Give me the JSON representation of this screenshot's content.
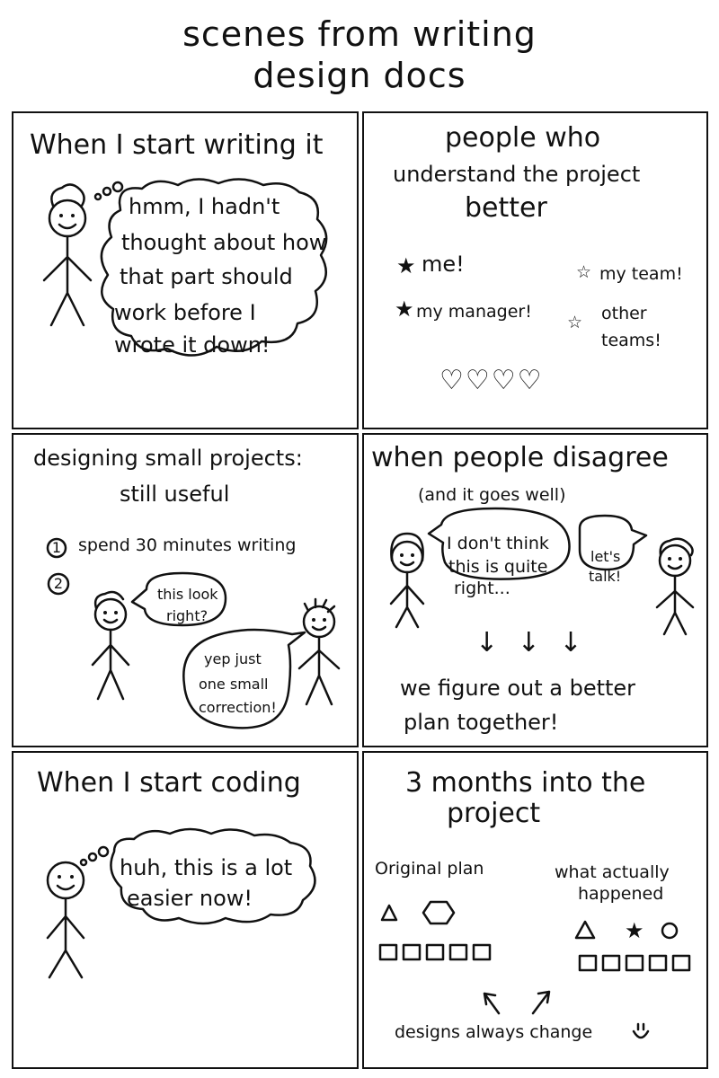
{
  "title": {
    "line1": "scenes from writing",
    "line2": "design docs"
  },
  "panels": {
    "p1": {
      "heading": "When I start writing it",
      "thought": [
        "hmm, I hadn't",
        "thought about how",
        "that part should",
        "work before I",
        "wrote it down!"
      ]
    },
    "p2": {
      "heading": [
        "people who",
        "understand the project",
        "better"
      ],
      "items": [
        "me!",
        "my team!",
        "my manager!",
        "other",
        "teams!"
      ],
      "hearts": "♡♡♡♡"
    },
    "p3": {
      "heading": [
        "designing small projects:",
        "still useful"
      ],
      "step1_num": "1",
      "step1": "spend 30 minutes writing",
      "step2_num": "2",
      "speech1": [
        "this look",
        "right?"
      ],
      "speech2": [
        "yep just",
        "one small",
        "correction!"
      ]
    },
    "p4": {
      "heading": "when people disagree",
      "sub": "(and it goes well)",
      "speech1": [
        "I don't think",
        "this is quite",
        "right..."
      ],
      "speech2": [
        "let's",
        "talk!"
      ],
      "arrows": "↓ ↓ ↓",
      "result": [
        "we figure out a better",
        "plan together!"
      ]
    },
    "p5": {
      "heading": "When I start coding",
      "thought": [
        "huh, this is a lot",
        "easier now!"
      ]
    },
    "p6": {
      "heading": [
        "3 months into the",
        "project"
      ],
      "left_label": "Original plan",
      "right_label": [
        "what actually",
        "happened"
      ],
      "footer": "designs always change"
    }
  }
}
